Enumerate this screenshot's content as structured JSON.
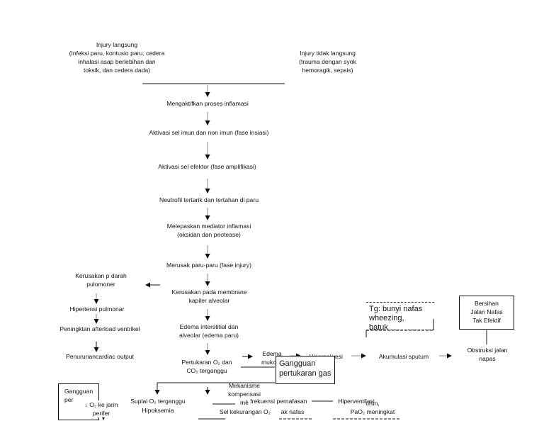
{
  "nodes": {
    "injury_direct": "Injury langsung\n(Infeksi paru, kontusio paru, cedera\ninhalasi asap berlebihan dan\ntoksik, dan cedera dada)",
    "injury_indirect": "Injury tidak langsung\n(trauma dengan syok\nhemoragik, sepsis)",
    "inflammation": "Mengaktifkan proses inflamasi",
    "immune": "Aktivasi sel imun dan non imun (fase insiasi)",
    "effector": "Aktivasi sel efektor (fase amplifikasi)",
    "neutrophil": "Neutrofil tertarik dan tertahan di paru",
    "mediator": "Melepaskan mediator inflamasi\n(oksidan dan peotease)",
    "lung_damage": "Merusak paru-paru (fase injury)",
    "membrane": "Kerusakan pada membrane\nkapiler alveolar",
    "edema": "Edema interstitial dan\nalveolar (edema paru)",
    "gas_exchange_disturbed": "Pertukaran O₂ dan\nCO₂ terganggu",
    "vessel_damage": "Kerusakan p darah\npulomoner",
    "pulm_hypertension": "Hipertensi pulmonar",
    "afterload": "Peningktan afterload ventrikel",
    "cardiac_output": "Penurunancardiac output",
    "edema_mucosa": "Edema\nmukosa",
    "hypersecretion": "Hipersekresi",
    "sputum": "Akumulasi sputum",
    "obstruction": "Obstruksi jalan\nnapas",
    "airway_clearance": "Bersihan\nJalan Nafas\nTak Efektif",
    "sign_breath": "Tg: bunyi nafas\nwheezing,\nbatuk",
    "gas_exchange_diag": "Gangguan\npertukaran gas",
    "o2_supply": "Suplai O₂ terganggu",
    "hypoxemia": "Hipoksemia",
    "compensation": "Mekanisme\nkompensasi\nme",
    "resp_freq": "↑ frekuensi pernafasan",
    "o2_shortage": "Sel kekurangan O₂",
    "breath_short": "ak nafas",
    "hyperventilation": "Hiperventilasi",
    "paco2_text": "urun,\nPaO₂ meningkat",
    "perfusion_diag": "Gangguan\nper",
    "o2_tissue": "↓ O₂ ke jarin\nperifer"
  }
}
